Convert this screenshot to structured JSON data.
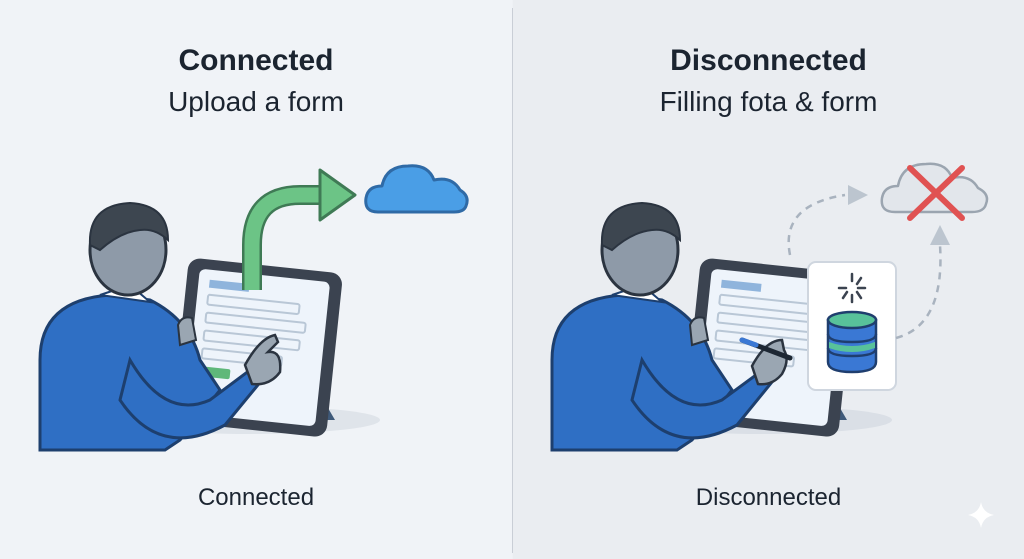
{
  "panels": [
    {
      "title": "Connected",
      "subtitle": "Upload a form",
      "caption": "Connected"
    },
    {
      "title": "Disconnected",
      "subtitle": "Filling fota & form",
      "caption": "Disconnected"
    }
  ],
  "icons": {
    "left": [
      "person-icon",
      "tablet-icon",
      "upload-arrow-icon",
      "cloud-icon"
    ],
    "right": [
      "person-icon",
      "tablet-icon",
      "pen-icon",
      "loading-spinner-icon",
      "database-icon",
      "cloud-offline-icon",
      "dashed-arrow-icon"
    ]
  },
  "colors": {
    "cloud": "#4a9ee6",
    "arrow": "#5fb87a",
    "shirt": "#2f6fc4",
    "error": "#e05252",
    "db": "#3a78d4"
  }
}
